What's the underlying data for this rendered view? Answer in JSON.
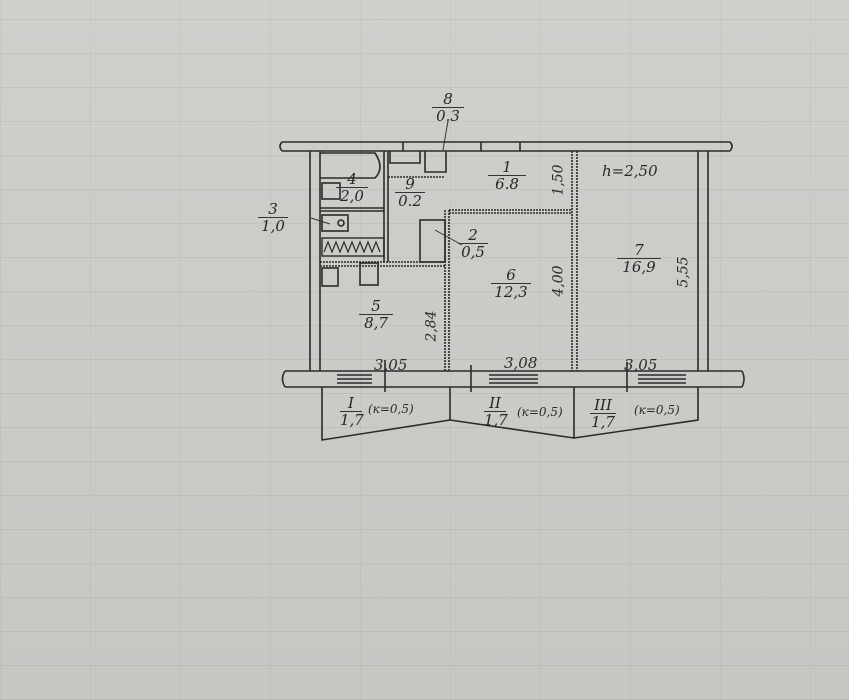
{
  "plan": {
    "ceiling_height": "h=2,50",
    "rooms": [
      {
        "id": "room-1",
        "number": "1",
        "area": "6.8"
      },
      {
        "id": "room-2",
        "number": "2",
        "area": "0,5"
      },
      {
        "id": "room-3",
        "number": "3",
        "area": "1,0"
      },
      {
        "id": "room-4",
        "number": "4",
        "area": "2,0"
      },
      {
        "id": "room-5",
        "number": "5",
        "area": "8,7"
      },
      {
        "id": "room-6",
        "number": "6",
        "area": "12,3"
      },
      {
        "id": "room-7",
        "number": "7",
        "area": "16,9"
      },
      {
        "id": "room-8",
        "number": "8",
        "area": "0.3"
      },
      {
        "id": "room-9",
        "number": "9",
        "area": "0.2"
      }
    ],
    "balconies": [
      {
        "number": "I",
        "area": "1,7",
        "coef": "(к=0,5)"
      },
      {
        "number": "II",
        "area": "1,7",
        "coef": "(к=0,5)"
      },
      {
        "number": "III",
        "area": "1,7",
        "coef": "(к=0,5)"
      }
    ],
    "dimensions": {
      "width_5": "3,05",
      "width_6": "3,08",
      "width_7": "3,05",
      "depth_5": "2,84",
      "depth_6": "4,00",
      "depth_1": "1,50",
      "depth_7": "5,55"
    }
  }
}
